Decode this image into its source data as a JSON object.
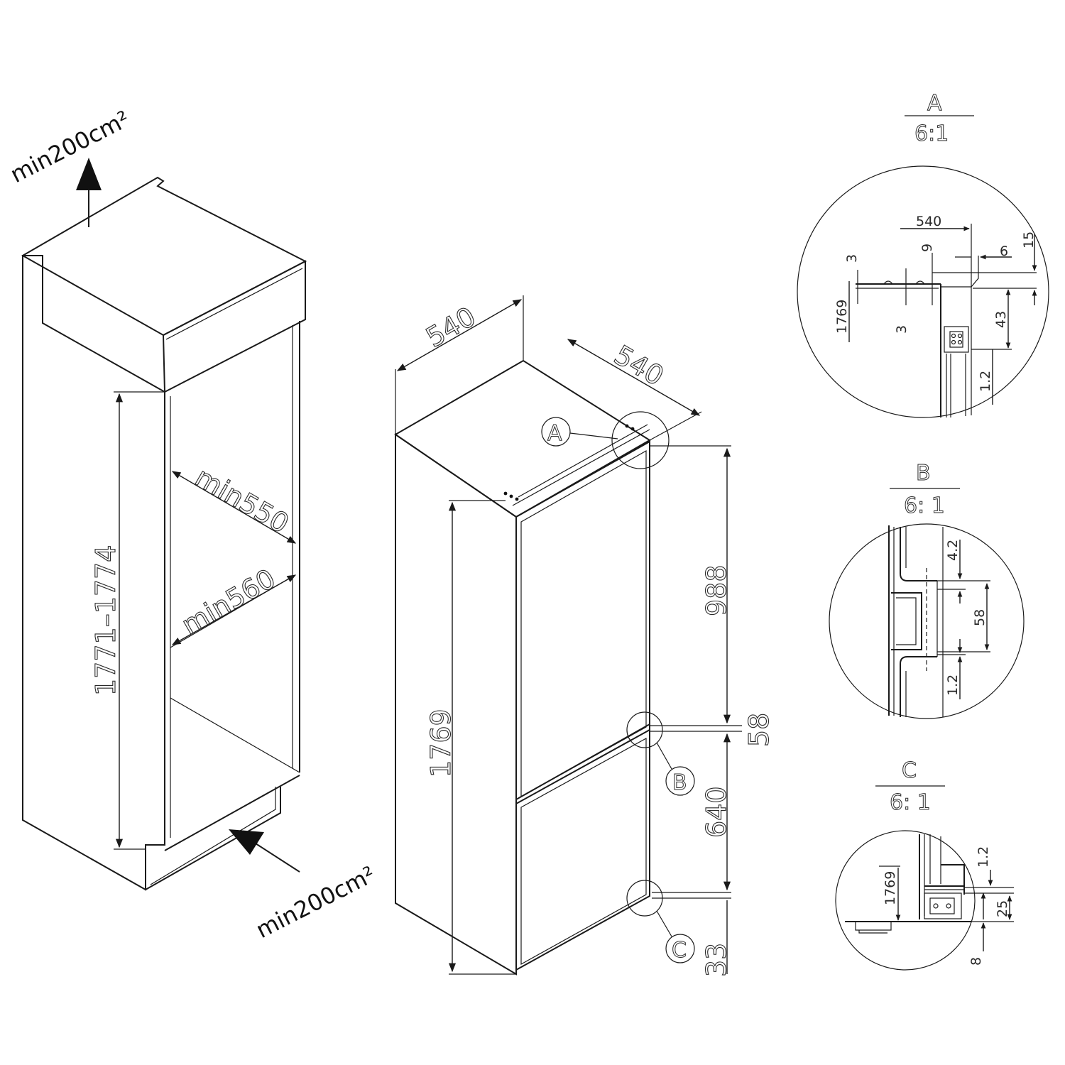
{
  "cabinet": {
    "vent_top": "min200cm²",
    "vent_bottom": "min200cm²",
    "height_range": "1771–1774",
    "min_depth": "min550",
    "min_width": "min560"
  },
  "appliance": {
    "width": "540",
    "depth": "540",
    "height": "1769",
    "upper_door": "988",
    "gap": "58",
    "lower_door": "640",
    "bottom": "33",
    "callout_a": "A",
    "callout_b": "B",
    "callout_c": "C"
  },
  "detail_a": {
    "letter": "A",
    "scale": "6:1",
    "d540": "540",
    "d3a": "3",
    "d9": "9",
    "d6": "6",
    "d15": "15",
    "d1769": "1769",
    "d3b": "3",
    "d43": "43",
    "d12": "1.2"
  },
  "detail_b": {
    "letter": "B",
    "scale": "6: 1",
    "d42": "4.2",
    "d58": "58",
    "d12": "1.2"
  },
  "detail_c": {
    "letter": "C",
    "scale": "6: 1",
    "d1769": "1769",
    "d12": "1.2",
    "d25": "25",
    "d8": "8"
  }
}
